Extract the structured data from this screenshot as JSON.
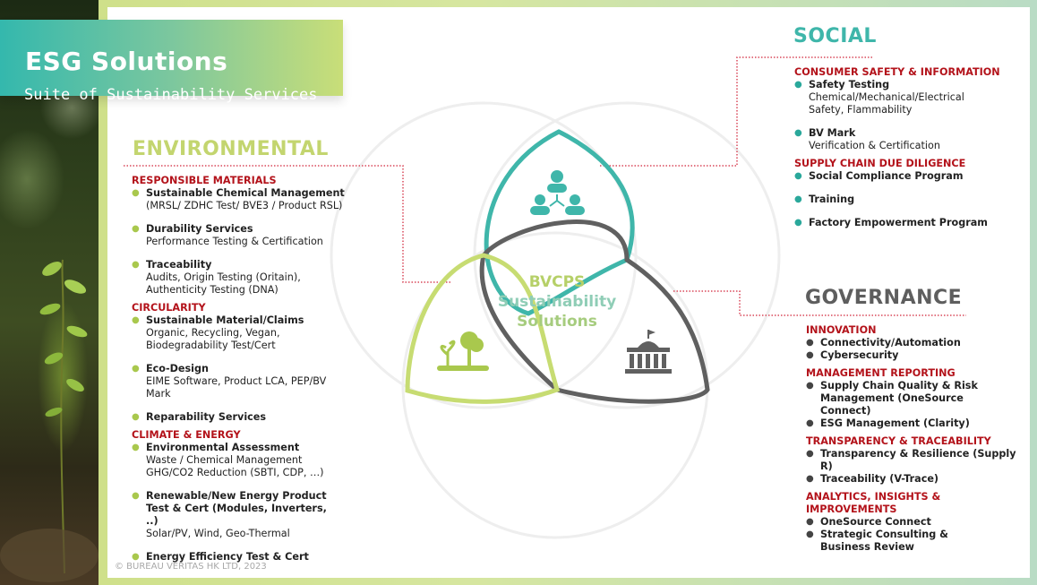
{
  "title": "ESG Solutions",
  "subtitle": "Suite of Sustainability Services",
  "center": [
    "BVCPS",
    "Sustainability",
    "Solutions"
  ],
  "copyright": "© BUREAU VERITAS HK LTD, 2023",
  "colors": {
    "environmental": "#c3d56f",
    "social": "#3fb6aa",
    "governance": "#5e5e5e",
    "category": "#b3121a"
  },
  "icons": [
    "people-network-icon",
    "plant-tree-icon",
    "government-building-icon"
  ],
  "environmental": {
    "title": "ENVIRONMENTAL",
    "categories": [
      {
        "name": "RESPONSIBLE MATERIALS",
        "items": [
          {
            "main": "Sustainable Chemical Management",
            "detail": "(MRSL/ ZDHC Test/ BVE3 / Product RSL)"
          },
          {
            "main": "Durability Services",
            "detail": "Performance Testing & Certification"
          },
          {
            "main": "Traceability",
            "detail": "Audits, Origin Testing (Oritain), Authenticity Testing (DNA)"
          }
        ]
      },
      {
        "name": "CIRCULARITY",
        "items": [
          {
            "main": "Sustainable Material/Claims",
            "detail": "Organic, Recycling, Vegan, Biodegradability Test/Cert"
          },
          {
            "main": "Eco-Design",
            "detail": "EIME Software, Product LCA, PEP/BV Mark"
          },
          {
            "main": "Reparability Services",
            "detail": ""
          }
        ]
      },
      {
        "name": "CLIMATE & ENERGY",
        "items": [
          {
            "main": "Environmental Assessment",
            "detail": "Waste / Chemical Management GHG/CO2 Reduction (SBTI, CDP, …)"
          },
          {
            "main": "Renewable/New Energy Product Test & Cert (Modules, Inverters, ..)",
            "detail": "Solar/PV, Wind, Geo-Thermal"
          },
          {
            "main": "Energy Efficiency Test & Cert",
            "detail": ""
          }
        ]
      }
    ]
  },
  "social": {
    "title": "SOCIAL",
    "categories": [
      {
        "name": "CONSUMER SAFETY & INFORMATION",
        "items": [
          {
            "main": "Safety Testing",
            "detail": "Chemical/Mechanical/Electrical Safety, Flammability"
          },
          {
            "main": "BV Mark",
            "detail": "Verification & Certification"
          }
        ]
      },
      {
        "name": "SUPPLY CHAIN DUE DILIGENCE",
        "items": [
          {
            "main": "Social Compliance Program",
            "detail": ""
          },
          {
            "main": "Training",
            "detail": ""
          },
          {
            "main": "Factory Empowerment Program",
            "detail": ""
          }
        ]
      }
    ]
  },
  "governance": {
    "title": "GOVERNANCE",
    "categories": [
      {
        "name": "INNOVATION",
        "items": [
          {
            "main": "Connectivity/Automation",
            "detail": ""
          },
          {
            "main": "Cybersecurity",
            "detail": ""
          }
        ]
      },
      {
        "name": "MANAGEMENT REPORTING",
        "items": [
          {
            "main": "Supply Chain Quality & Risk Management (OneSource Connect)",
            "detail": ""
          },
          {
            "main": "ESG Management (Clarity)",
            "detail": ""
          }
        ]
      },
      {
        "name": "TRANSPARENCY & TRACEABILITY",
        "items": [
          {
            "main": "Transparency & Resilience (Supply R)",
            "detail": ""
          },
          {
            "main": "Traceability (V-Trace)",
            "detail": ""
          }
        ]
      },
      {
        "name": "ANALYTICS, INSIGHTS & IMPROVEMENTS",
        "items": [
          {
            "main": "OneSource Connect",
            "detail": ""
          },
          {
            "main": "Strategic Consulting & Business Review",
            "detail": ""
          }
        ]
      }
    ]
  }
}
